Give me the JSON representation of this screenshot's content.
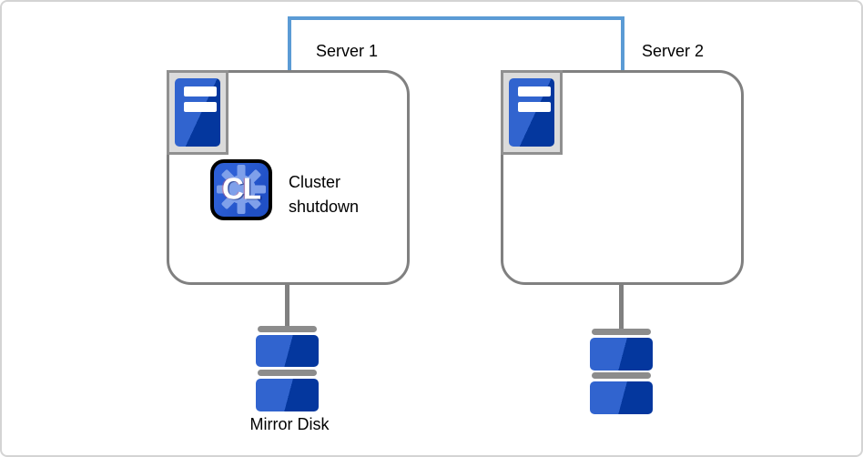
{
  "colors": {
    "interconnect_blue": "#5B9BD5",
    "outline_gray": "#808080",
    "frame_gray": "#D4D4D4",
    "disk_light_blue": "#3164CF",
    "disk_dark_blue": "#04379E",
    "bar_gray": "#8C8C8C",
    "icon_tray_bg": "#DBDBDB",
    "icon_tray_border": "#909090",
    "cl_bg_light": "#2D5FD6",
    "cl_bg_dark": "#2050C5",
    "gear_blue": "#7FA0EA"
  },
  "servers": [
    {
      "label": "Server 1",
      "status_label": "Cluster\nshutdown",
      "app_icon_text": "CL"
    },
    {
      "label": "Server 2"
    }
  ],
  "storage": {
    "mirror_disk_label": "Mirror Disk"
  }
}
